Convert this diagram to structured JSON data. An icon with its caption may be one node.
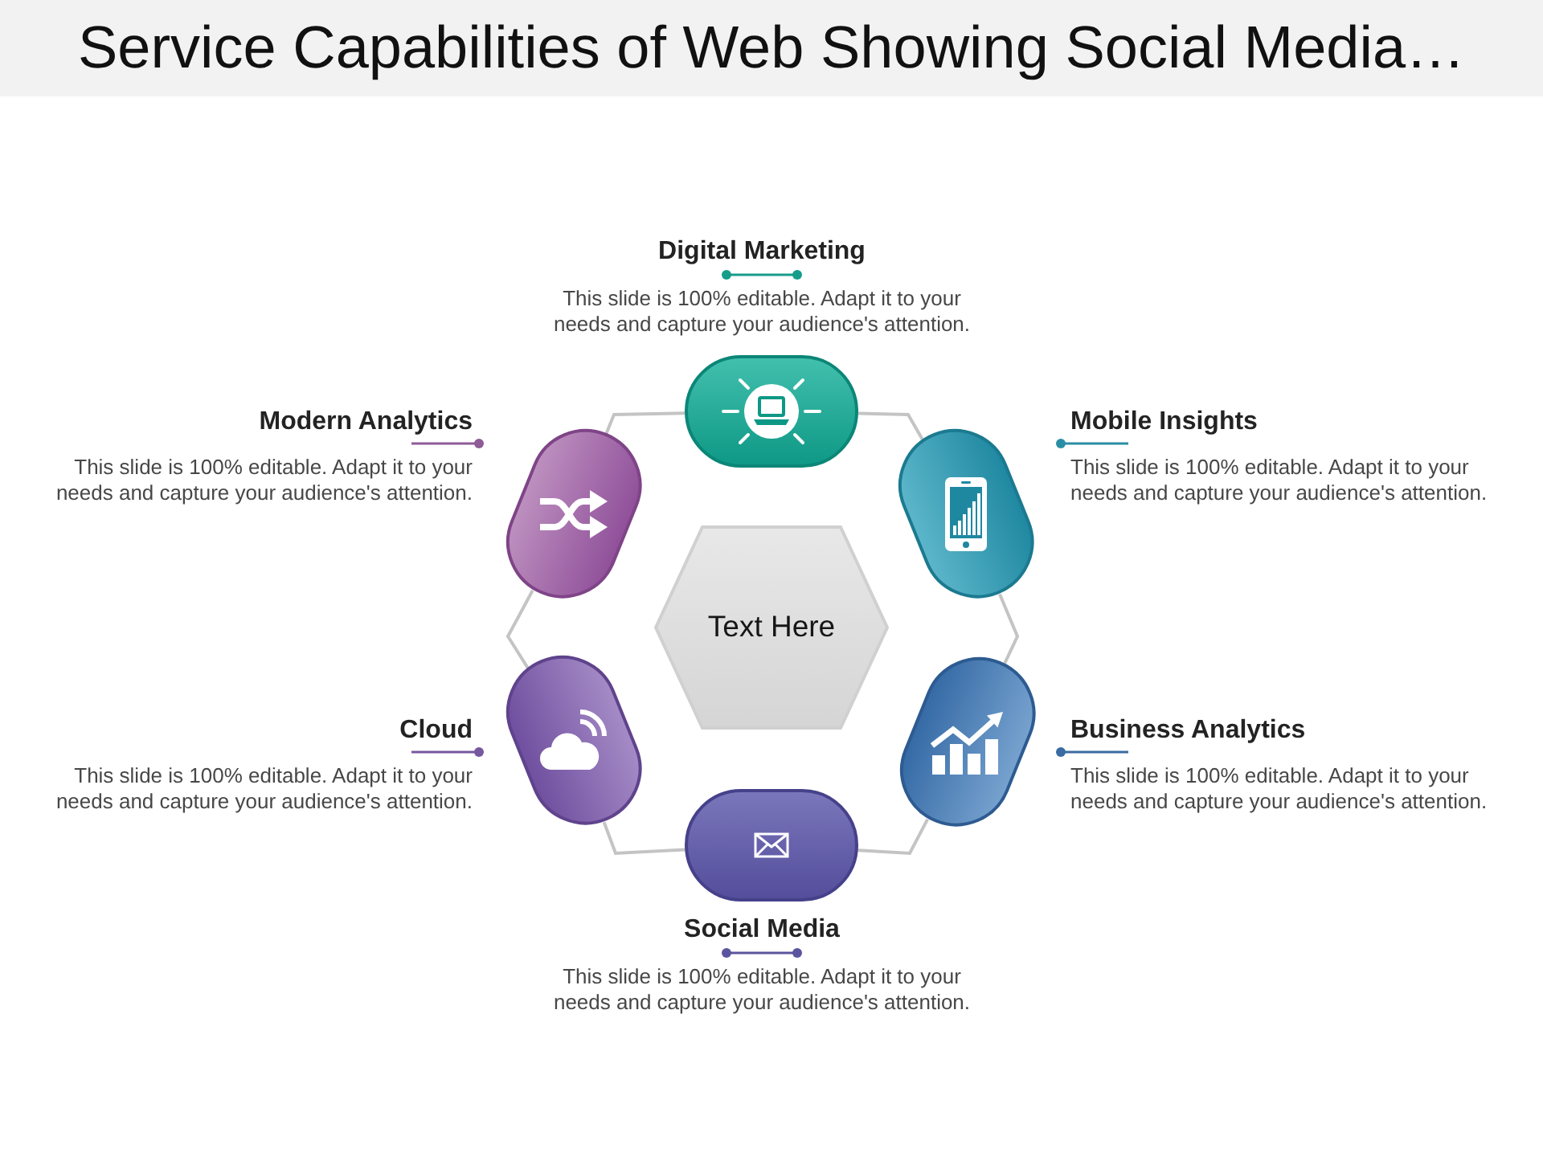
{
  "diagram": {
    "title": "Service Capabilities of Web Showing Social Media…",
    "nodes": [
      {
        "text": [],
        "shape": "pill",
        "beside": [
          "Digital Marketing",
          "This slide is 100% editable. Adapt it to your needs and capture your audience's attention."
        ]
      },
      {
        "text": [],
        "shape": "pill",
        "beside": [
          "Modern Analytics",
          "This slide is 100% editable. Adapt it to your needs and capture your audience's attention."
        ]
      },
      {
        "text": [],
        "shape": "pill",
        "beside": [
          "Mobile Insights",
          "This slide is 100% editable. Adapt it to your needs and capture your audience's attention."
        ]
      },
      {
        "text": [
          "Text Here"
        ]
      },
      {
        "text": [],
        "shape": "pill",
        "beside": [
          "Cloud",
          "This slide is 100% editable. Adapt it to your needs and capture your audience's attention."
        ]
      },
      {
        "text": [],
        "shape": "pill",
        "beside": [
          "Business Analytics",
          "This slide is 100% editable. Adapt it to your needs and capture your audience's attention."
        ]
      },
      {
        "text": [],
        "shape": "pill",
        "beside": [
          "Social Media",
          "This slide is 100% editable. Adapt it to your needs and capture your audience's attention."
        ]
      }
    ],
    "edges": [
      {
        "from": 0,
        "to": 2,
        "arrow": "none"
      },
      {
        "from": 2,
        "to": 5,
        "arrow": "none"
      },
      {
        "from": 5,
        "to": 6,
        "arrow": "none"
      },
      {
        "from": 6,
        "to": 4,
        "arrow": "none"
      },
      {
        "from": 4,
        "to": 1,
        "arrow": "none"
      },
      {
        "from": 1,
        "to": 0,
        "arrow": "none"
      }
    ]
  }
}
